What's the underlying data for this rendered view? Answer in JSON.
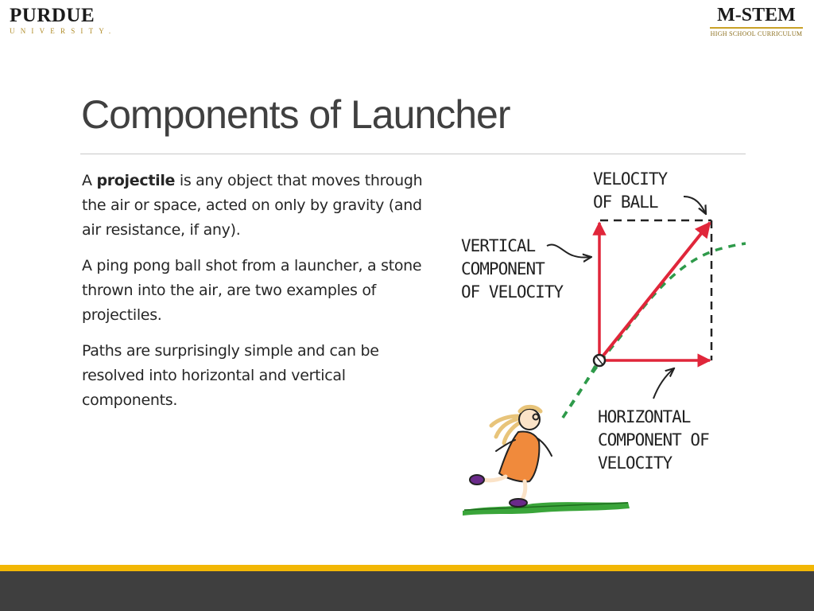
{
  "logos": {
    "left": {
      "name": "PURDUE",
      "sub": "UNIVERSITY."
    },
    "right": {
      "name": "M-STEM",
      "sub": "HIGH SCHOOL CURRICULUM"
    }
  },
  "title": "Components of Launcher",
  "paragraphs": {
    "p1_prefix": "A ",
    "p1_bold": "projectile",
    "p1_rest": " is any object that moves through the air or space, acted on only by gravity (and air resistance, if any).",
    "p2": "A ping pong ball shot from a launcher, a stone thrown into the air, are two examples of projectiles.",
    "p3": "Paths are surprisingly simple and can be resolved into horizontal and vertical components."
  },
  "figure": {
    "label_velocity": "VELOCITY\nOF BALL",
    "label_vertical": "VERTICAL\nCOMPONENT\nOF VELOCITY",
    "label_horizontal": "HORIZONTAL\nCOMPONENT OF\nVELOCITY"
  },
  "colors": {
    "arrow": "#e0263a",
    "trajectory": "#2e9a4a",
    "dress": "#f08a3c",
    "shoes": "#6a2a8a",
    "grass": "#3aa53a",
    "accent_band": "#f2b705",
    "footer": "#3f3f3f"
  }
}
